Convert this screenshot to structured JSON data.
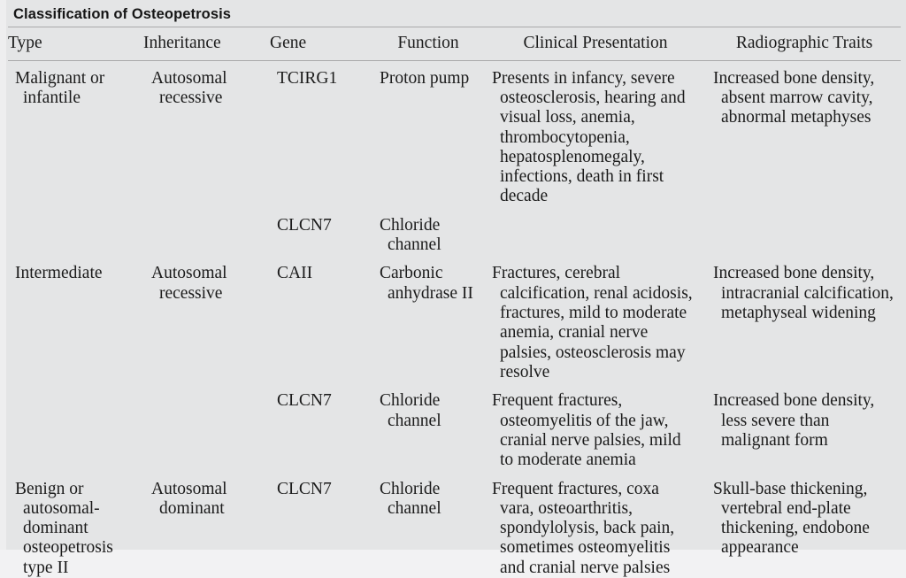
{
  "document": {
    "title": "Classification of Osteopetrosis",
    "columns": [
      "Type",
      "Inheritance",
      "Gene",
      "Function",
      "Clinical Presentation",
      "Radiographic Traits"
    ],
    "rows": [
      {
        "type": "Malignant or infantile",
        "inheritance": "Autosomal recessive",
        "gene": "TCIRG1",
        "function": "Proton pump",
        "clinical": "Presents in infancy, severe osteosclerosis, hearing and visual loss, anemia, thrombocytopenia, hepatosplenomegaly, infections, death in first decade",
        "radiographic": "Increased bone density, absent marrow cavity, abnormal metaphyses"
      },
      {
        "type": "",
        "inheritance": "",
        "gene": "CLCN7",
        "function": "Chloride channel",
        "clinical": "",
        "radiographic": ""
      },
      {
        "type": "Intermediate",
        "inheritance": "Autosomal recessive",
        "gene": "CAII",
        "function": "Carbonic anhydrase II",
        "clinical": "Fractures, cerebral calcification, renal acidosis, fractures, mild to moderate anemia, cranial nerve palsies, osteosclerosis may resolve",
        "radiographic": "Increased bone density, intracranial calcification, metaphyseal widening"
      },
      {
        "type": "",
        "inheritance": "",
        "gene": "CLCN7",
        "function": "Chloride channel",
        "clinical": "Frequent fractures, osteomyelitis of the jaw, cranial nerve palsies, mild to moderate anemia",
        "radiographic": "Increased bone density, less severe than malignant form"
      },
      {
        "type": "Benign or autosomal-dominant osteopetrosis type II",
        "inheritance": "Autosomal dominant",
        "gene": "CLCN7",
        "function": "Chloride channel",
        "clinical": "Frequent fractures, coxa vara, osteoarthritis, spondylolysis, back pain, sometimes osteomyelitis and cranial nerve palsies",
        "radiographic": "Skull-base thickening, vertebral end-plate thickening, endobone appearance"
      }
    ]
  },
  "colors": {
    "page_background": "#e4e5e6",
    "rule": "#a9a9aa",
    "text": "#1b1b1b",
    "title_text": "#161616"
  }
}
